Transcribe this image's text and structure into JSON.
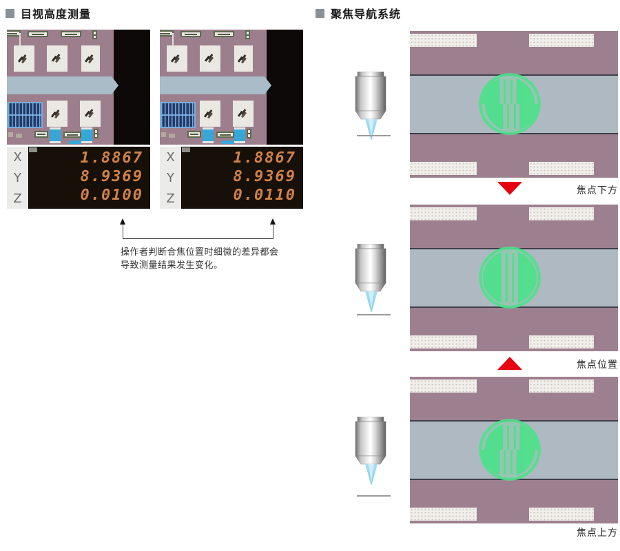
{
  "page": {
    "background": "#ffffff"
  },
  "left_section": {
    "title": "目视高度测量",
    "readouts": [
      {
        "axes": [
          "X",
          "Y",
          "Z"
        ],
        "values": [
          "1.8867",
          "8.9369",
          "0.0100"
        ]
      },
      {
        "axes": [
          "X",
          "Y",
          "Z"
        ],
        "values": [
          "1.8867",
          "8.9369",
          "0.0110"
        ]
      }
    ],
    "caption": {
      "line1": "操作者判断合焦位置时细微的差异都会",
      "line2": "导致测量结果发生变化。"
    }
  },
  "right_section": {
    "title": "聚焦导航系统",
    "rows": [
      {
        "label": "焦点下方",
        "state": "below",
        "arrow": "down"
      },
      {
        "label": "焦点位置",
        "state": "focused",
        "arrow": "up"
      },
      {
        "label": "焦点上方",
        "state": "above",
        "arrow": "none"
      }
    ]
  },
  "colors": {
    "accent_red": "#e60012",
    "focus_green": "#4ee08b",
    "digit_orange": "#d0824a",
    "chip_purple": "#9c7e8c",
    "band_gray": "#aeb9c2",
    "title_bullet_gray": "#8a9096"
  }
}
